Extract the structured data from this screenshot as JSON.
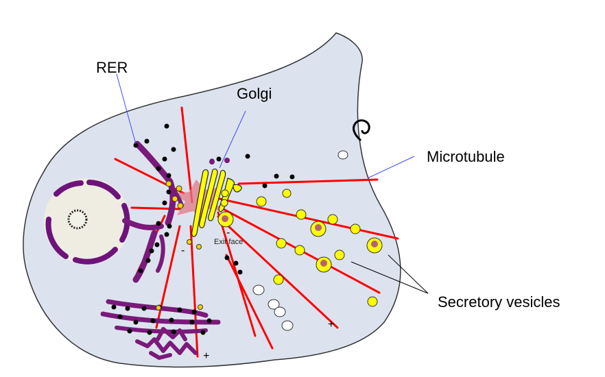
{
  "labels": {
    "rer": "RER",
    "golgi": "Golgi",
    "microtubule": "Microtubule",
    "secretory_vesicles": "Secretory vesicles",
    "exit_face": "Exit face"
  },
  "signs": {
    "minus_left": "-",
    "minus_golgi": "-",
    "plus_bottom": "+",
    "plus_right": "+"
  },
  "colors": {
    "cell": "#dce3ee",
    "microtubule": "#ff0000",
    "er": "#7a1a7a",
    "vesicle": "#ffff00",
    "cargo": "#b5617a",
    "centrosome": "#e27a85",
    "pointer_line": "#3a4bff"
  }
}
